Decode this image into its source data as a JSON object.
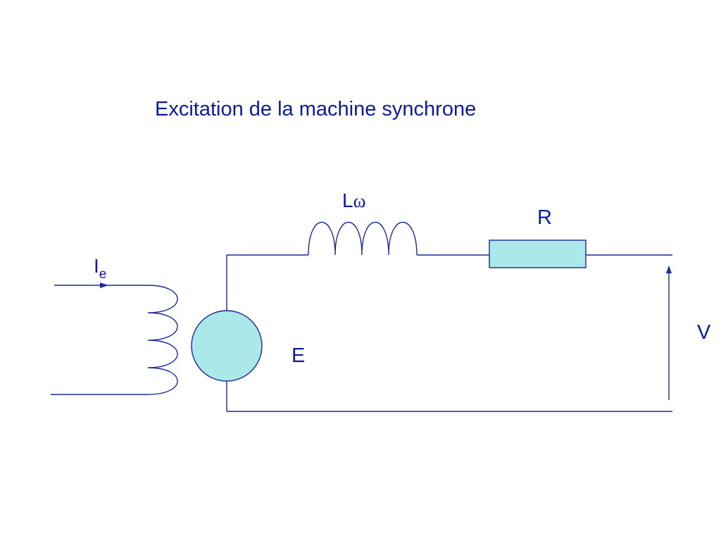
{
  "title": "Excitation de la machine synchrone",
  "labels": {
    "current_main": "I",
    "current_sub": "e",
    "inductance": "L",
    "inductance_symbol": "ω",
    "resistance": "R",
    "emf": "E",
    "voltage": "V"
  },
  "colors": {
    "text": "#0d1b9a",
    "wire": "#1a2a9a",
    "fill": "#abe8ea"
  }
}
